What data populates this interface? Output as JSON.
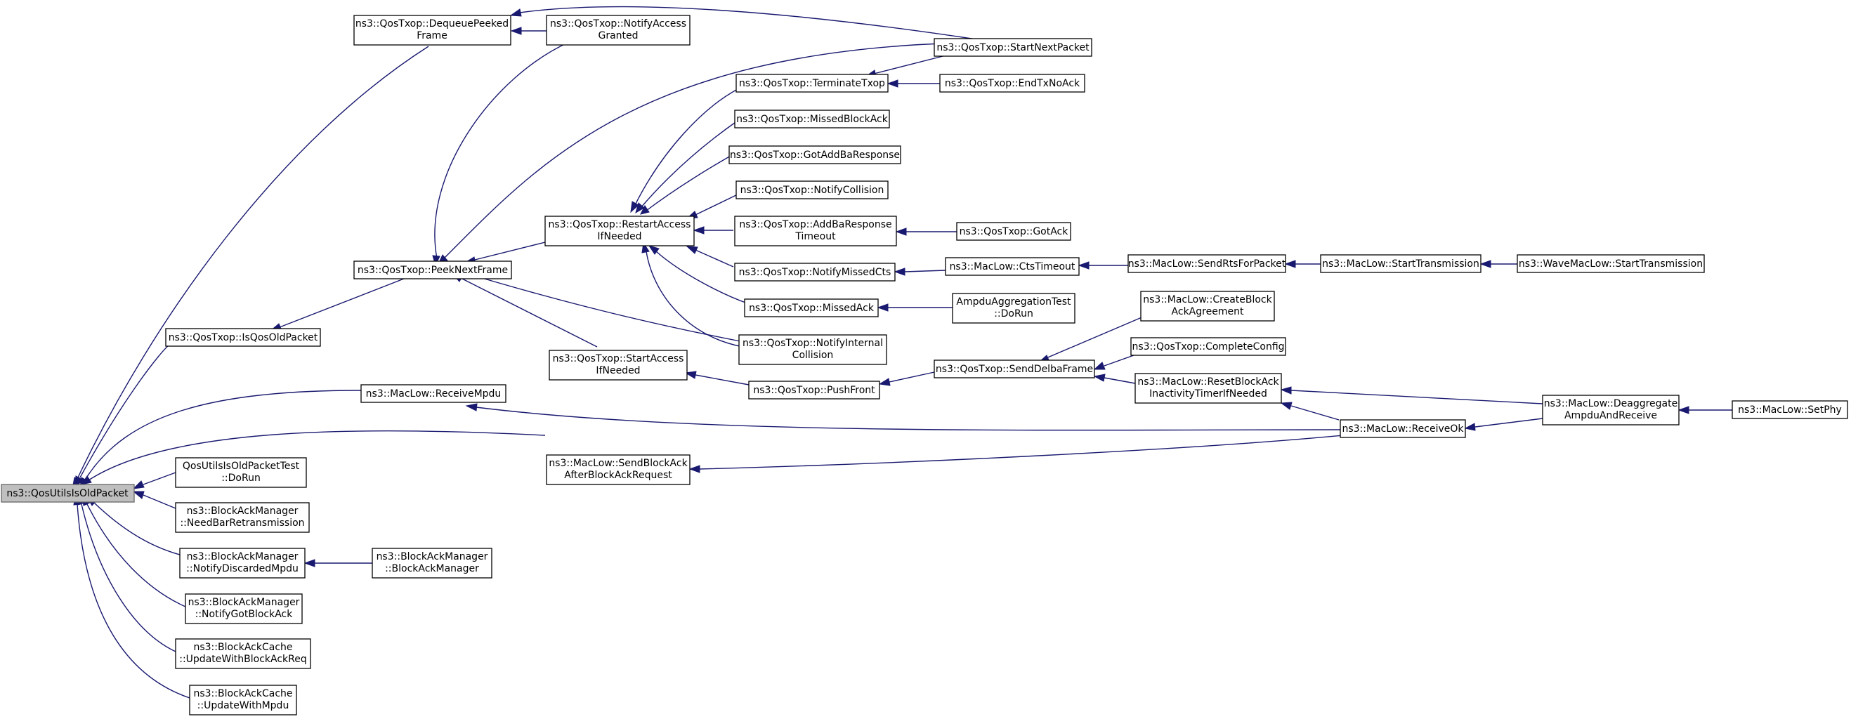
{
  "colors": {
    "edge": "#191970",
    "root_fill": "#bfbfbf",
    "node_fill": "#ffffff",
    "border": "#000000"
  },
  "nodes": {
    "root": "ns3::QosUtilsIsOldPacket",
    "dequeue_1": "ns3::QosTxop::DequeuePeeked",
    "dequeue_2": "Frame",
    "notify_access_1": "ns3::QosTxop::NotifyAccess",
    "notify_access_2": "Granted",
    "start_next_packet": "ns3::QosTxop::StartNextPacket",
    "terminate_txop": "ns3::QosTxop::TerminateTxop",
    "end_tx_noack": "ns3::QosTxop::EndTxNoAck",
    "missed_blockack": "ns3::QosTxop::MissedBlockAck",
    "got_addba": "ns3::QosTxop::GotAddBaResponse",
    "notify_collision": "ns3::QosTxop::NotifyCollision",
    "restart_1": "ns3::QosTxop::RestartAccess",
    "restart_2": "IfNeeded",
    "addba_timeout_1": "ns3::QosTxop::AddBaResponse",
    "addba_timeout_2": "Timeout",
    "got_ack": "ns3::QosTxop::GotAck",
    "peek_next": "ns3::QosTxop::PeekNextFrame",
    "notify_missed_cts": "ns3::QosTxop::NotifyMissedCts",
    "cts_timeout": "ns3::MacLow::CtsTimeout",
    "send_rts": "ns3::MacLow::SendRtsForPacket",
    "start_transmission": "ns3::MacLow::StartTransmission",
    "wave_start_transmission": "ns3::WaveMacLow::StartTransmission",
    "missed_ack": "ns3::QosTxop::MissedAck",
    "ampdu_test_1": "AmpduAggregationTest",
    "ampdu_test_2": "::DoRun",
    "create_block_1": "ns3::MacLow::CreateBlock",
    "create_block_2": "AckAgreement",
    "is_qos_old": "ns3::QosTxop::IsQosOldPacket",
    "notify_internal_1": "ns3::QosTxop::NotifyInternal",
    "notify_internal_2": "Collision",
    "complete_config": "ns3::QosTxop::CompleteConfig",
    "start_access_1": "ns3::QosTxop::StartAccess",
    "start_access_2": "IfNeeded",
    "send_delba": "ns3::QosTxop::SendDelbaFrame",
    "reset_blockack_1": "ns3::MacLow::ResetBlockAck",
    "reset_blockack_2": "InactivityTimerIfNeeded",
    "push_front": "ns3::QosTxop::PushFront",
    "receive_mpdu": "ns3::MacLow::ReceiveMpdu",
    "deaggregate_1": "ns3::MacLow::Deaggregate",
    "deaggregate_2": "AmpduAndReceive",
    "set_phy": "ns3::MacLow::SetPhy",
    "receive_ok": "ns3::MacLow::ReceiveOk",
    "send_blockack_1": "ns3::MacLow::SendBlockAck",
    "send_blockack_2": "AfterBlockAckRequest",
    "qos_test_1": "QosUtilsIsOldPacketTest",
    "qos_test_2": "::DoRun",
    "need_bar_1": "ns3::BlockAckManager",
    "need_bar_2": "::NeedBarRetransmission",
    "notify_discarded_1": "ns3::BlockAckManager",
    "notify_discarded_2": "::NotifyDiscardedMpdu",
    "bam_ctor_1": "ns3::BlockAckManager",
    "bam_ctor_2": "::BlockAckManager",
    "notify_got_1": "ns3::BlockAckManager",
    "notify_got_2": "::NotifyGotBlockAck",
    "cache_req_1": "ns3::BlockAckCache",
    "cache_req_2": "::UpdateWithBlockAckReq",
    "cache_mpdu_1": "ns3::BlockAckCache",
    "cache_mpdu_2": "::UpdateWithMpdu"
  }
}
